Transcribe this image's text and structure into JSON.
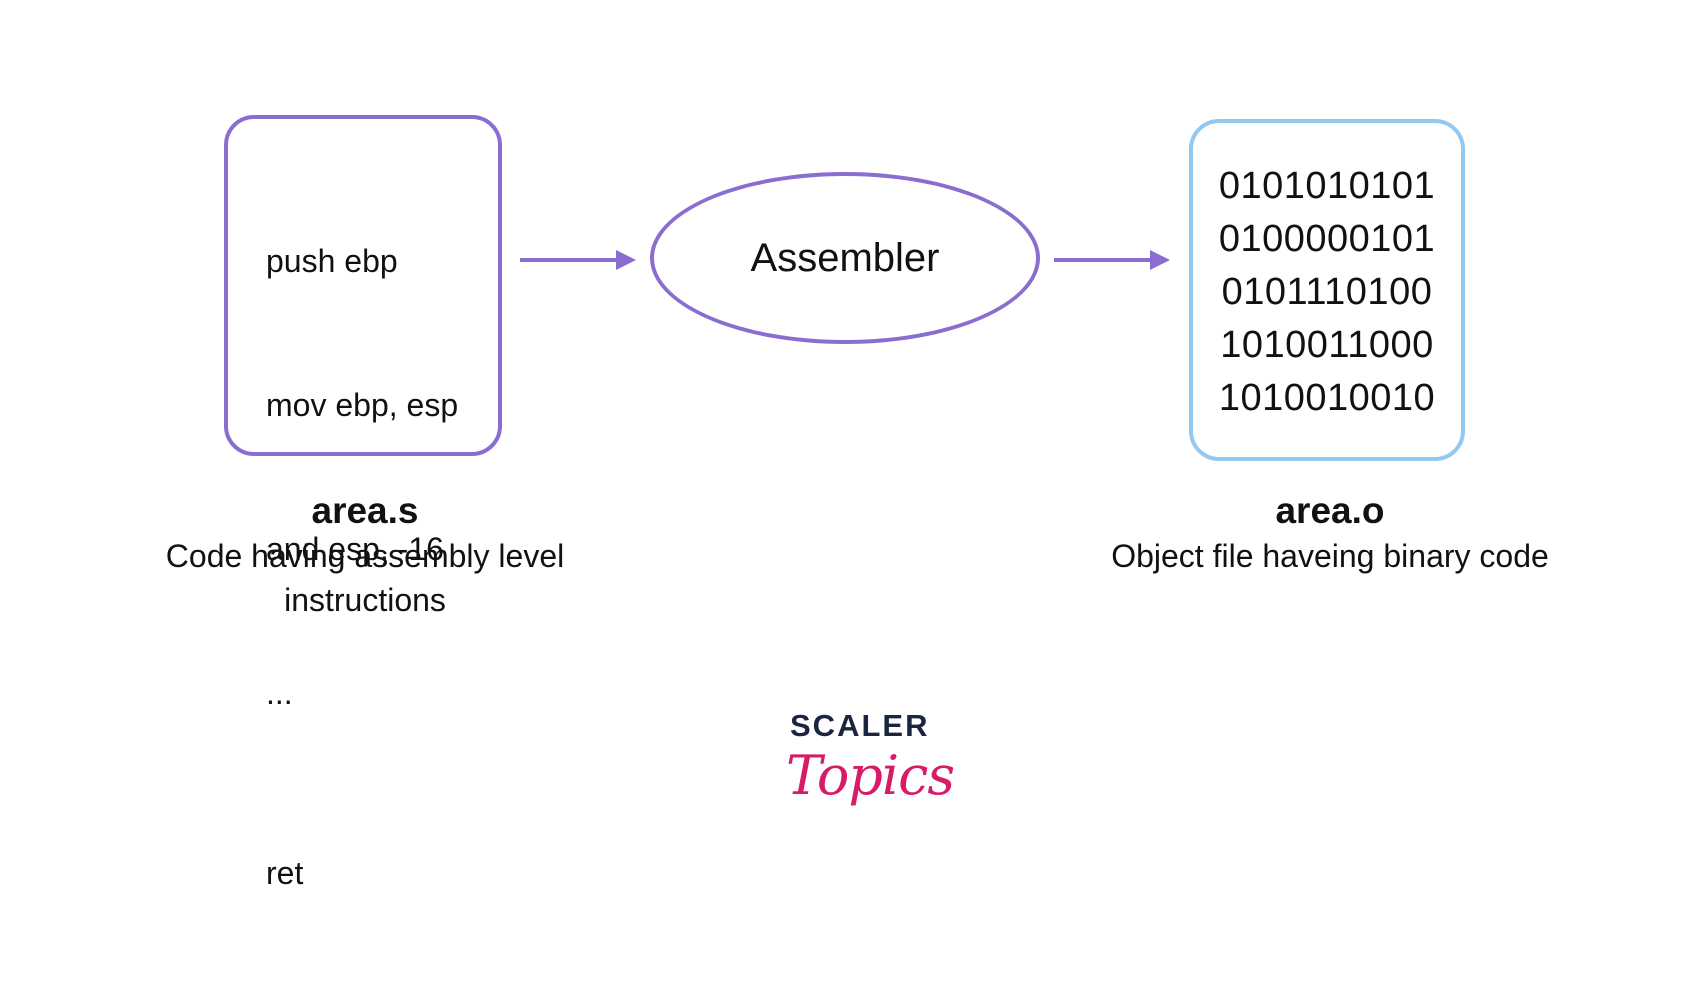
{
  "source_file": {
    "lines": [
      "push ebp",
      "mov ebp, esp",
      "and esp, -16",
      "...",
      "ret"
    ],
    "name": "area.s",
    "description": "Code having assembly level instructions"
  },
  "process": {
    "label": "Assembler"
  },
  "object_file": {
    "lines": [
      "0101010101",
      "0100000101",
      "0101110100",
      "1010011000",
      "1010010010"
    ],
    "name": "area.o",
    "description": "Object file haveing binary code"
  },
  "logo": {
    "brand": "SCALER",
    "sub": "Topics"
  },
  "colors": {
    "purple": "#8a6dd0",
    "light_blue": "#93c9f0",
    "brand_navy": "#1a2540",
    "brand_pink": "#d81b68"
  }
}
